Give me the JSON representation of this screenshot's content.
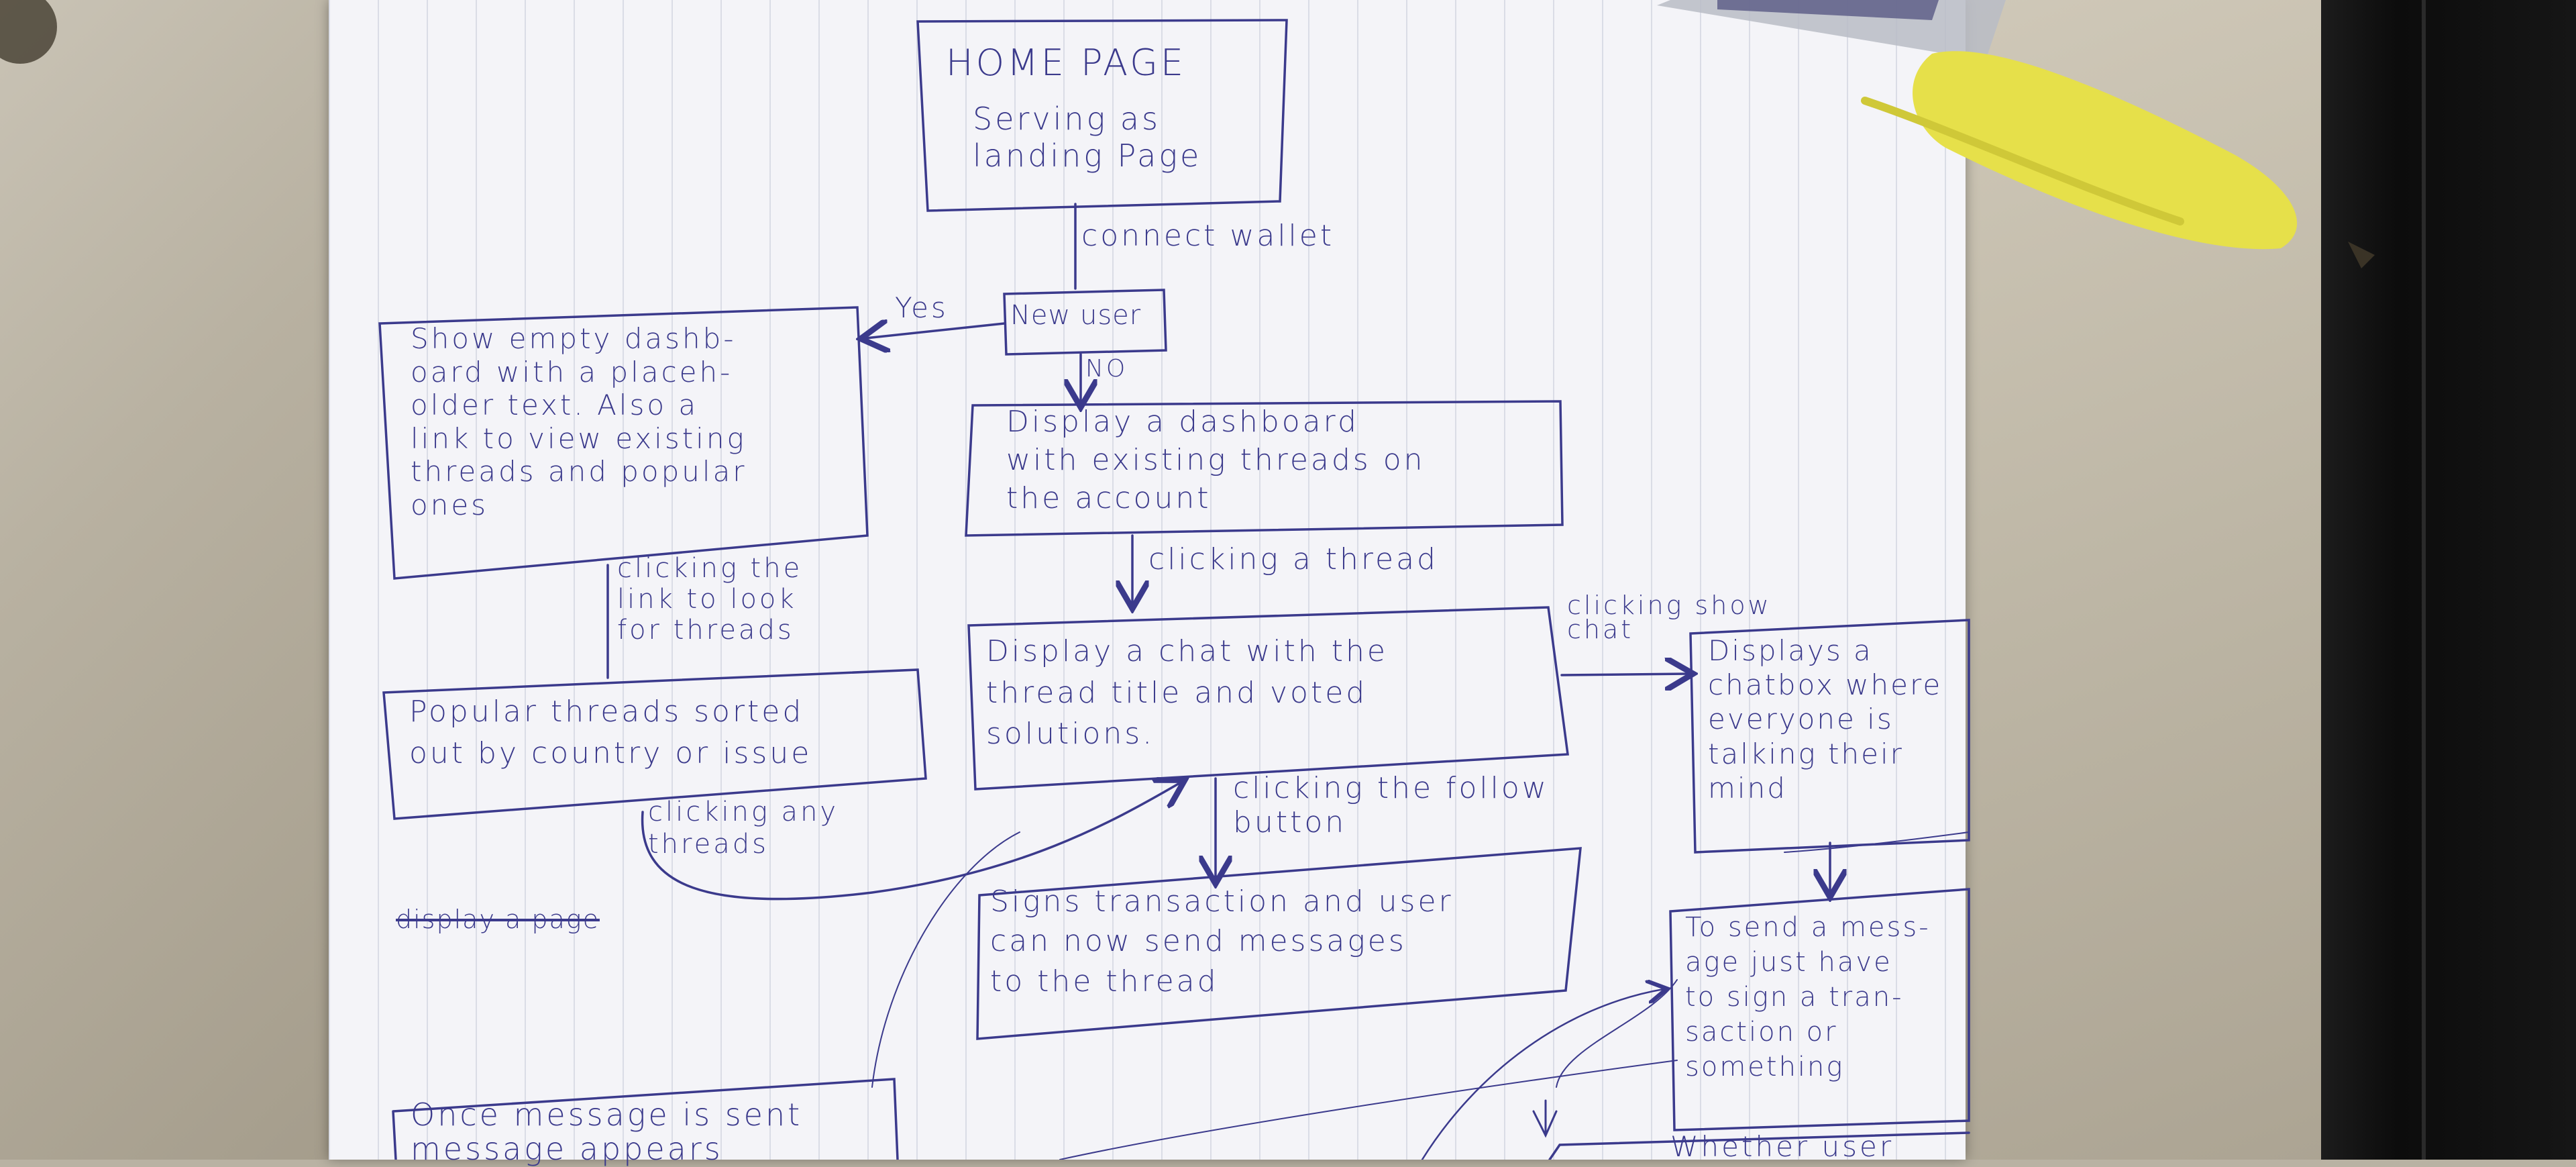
{
  "nodes": {
    "home": "HOME PAGE",
    "home_sub": "Serving as\nlanding Page",
    "new_user": "New user",
    "empty_dashboard": "Show empty dashb-\noard with a placeh-\nolder text. Also a\nlink to view existing\nthreads and popular\nones",
    "dashboard": "Display a dashboard\nwith existing threads on\nthe account",
    "popular": "Popular threads sorted\nout by country or issue",
    "chat": "Display a chat with the\nthread title and voted\nsolutions.",
    "chatbox": "Displays a\nchatbox where\neveryone is\ntalking their\nmind",
    "signs": "Signs transaction and user\ncan now send messages\nto the thread",
    "send_msg": "To send a mess-\nage just have\nto sign a tran-\nsaction or\nsomething",
    "once_msg": "Once message is sent\nmessage appears",
    "whether_user": "Whether user"
  },
  "edges": {
    "connect_wallet": "connect wallet",
    "yes": "Yes",
    "no": "NO",
    "clicking_thread": "clicking a thread",
    "clicking_link": "clicking the\nlink to look\nfor threads",
    "clicking_show_chat": "clicking show\nchat",
    "clicking_any": "clicking any\nthreads",
    "display_page_struck": "display a page",
    "clicking_follow": "clicking the follow\nbutton"
  },
  "colors": {
    "ink": "#3b3a8c",
    "paper": "#f4f4f8",
    "pen_yellow": "#e6e04a"
  }
}
